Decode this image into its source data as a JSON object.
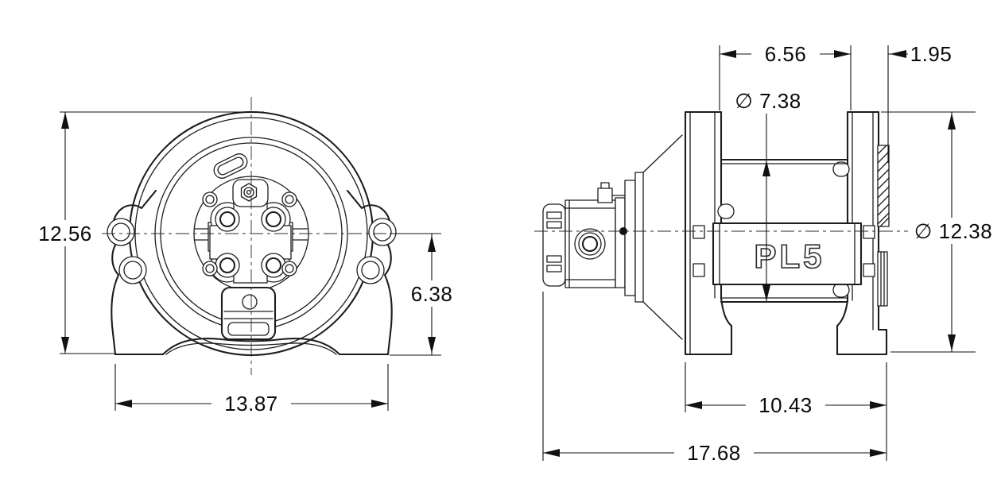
{
  "drawing_type": "technical-dimension-drawing",
  "model_label": "PL5",
  "colors": {
    "line": "#1d1d1d",
    "dimension_text": "#0b0b0f",
    "background": "#ffffff"
  },
  "front_view": {
    "dims": {
      "overall_height": "12.56",
      "centerline_to_base": "6.38",
      "base_width": "13.87"
    }
  },
  "side_view": {
    "dims": {
      "drum_length": "6.56",
      "end_plate_offset": "1.95",
      "drum_diameter": "∅ 7.38",
      "flange_diameter": "∅ 12.38",
      "mounting_span": "10.43",
      "overall_length": "17.68"
    }
  }
}
